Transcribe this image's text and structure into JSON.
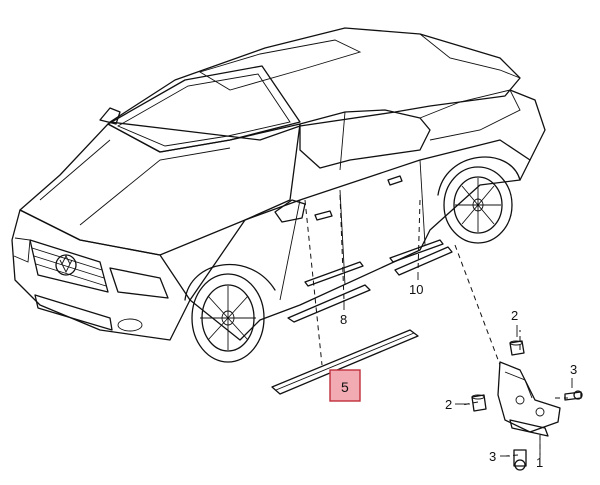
{
  "callouts": [
    {
      "id": "c1",
      "label": "1"
    },
    {
      "id": "c2a",
      "label": "2"
    },
    {
      "id": "c2b",
      "label": "2"
    },
    {
      "id": "c3a",
      "label": "3"
    },
    {
      "id": "c3b",
      "label": "3"
    },
    {
      "id": "c5",
      "label": "5"
    },
    {
      "id": "c8",
      "label": "8"
    },
    {
      "id": "c10",
      "label": "10"
    }
  ],
  "highlight": {
    "label": "5",
    "color": "#f2aab3"
  }
}
